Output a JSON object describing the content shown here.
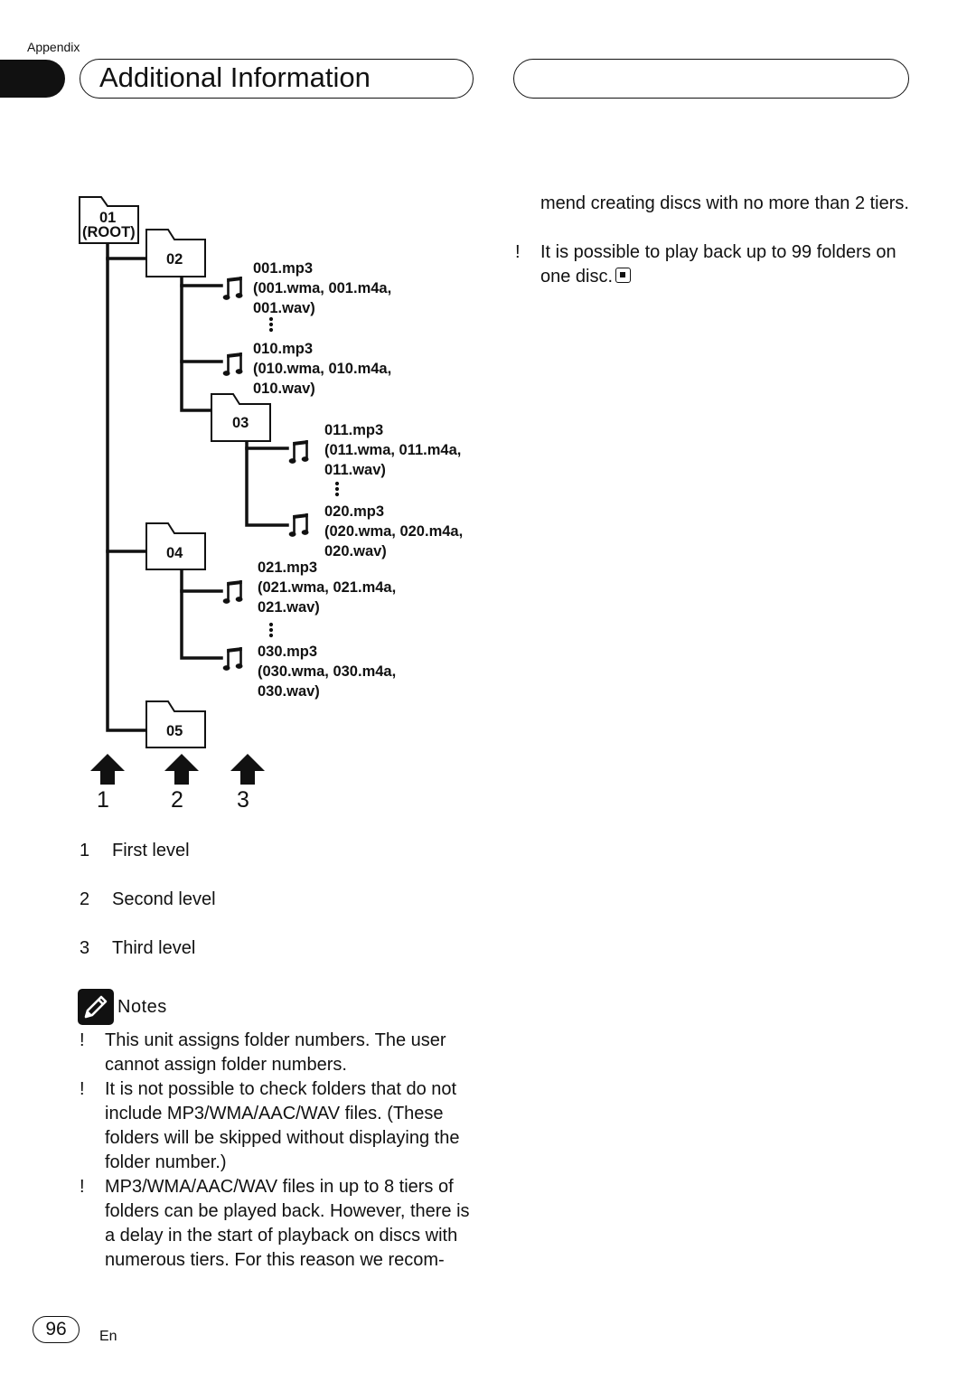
{
  "header": {
    "section": "Appendix",
    "title": "Additional Information"
  },
  "diagram": {
    "folders": [
      "01",
      "(ROOT)",
      "02",
      "03",
      "04",
      "05"
    ],
    "files": [
      {
        "l1": "001.mp3",
        "l2": "(001.wma, 001.m4a,",
        "l3": "001.wav)"
      },
      {
        "l1": "010.mp3",
        "l2": "(010.wma, 010.m4a,",
        "l3": "010.wav)"
      },
      {
        "l1": "011.mp3",
        "l2": "(011.wma, 011.m4a,",
        "l3": "011.wav)"
      },
      {
        "l1": "020.mp3",
        "l2": "(020.wma, 020.m4a,",
        "l3": "020.wav)"
      },
      {
        "l1": "021.mp3",
        "l2": "(021.wma, 021.m4a,",
        "l3": "021.wav)"
      },
      {
        "l1": "030.mp3",
        "l2": "(030.wma, 030.m4a,",
        "l3": "030.wav)"
      }
    ],
    "level_numbers": [
      "1",
      "2",
      "3"
    ]
  },
  "levels": [
    {
      "num": "1",
      "label": "First level"
    },
    {
      "num": "2",
      "label": "Second level"
    },
    {
      "num": "3",
      "label": "Third level"
    }
  ],
  "notes": {
    "heading": "Notes",
    "bullet_mark": "!",
    "items": [
      "This unit assigns folder numbers. The user cannot assign folder numbers.",
      "It is not possible to check folders that do not include MP3/WMA/AAC/WAV files. (These folders will be skipped without displaying the folder number.)",
      "MP3/WMA/AAC/WAV files in up to 8 tiers of folders can be played back. However, there is a delay in the start of playback on discs with numerous tiers. For this reason we recom-"
    ],
    "continuation": "mend creating discs with no more than 2 tiers.",
    "right_items": [
      "It is possible to play back up to 99 folders on one disc."
    ]
  },
  "footer": {
    "page_number": "96",
    "language": "En"
  }
}
